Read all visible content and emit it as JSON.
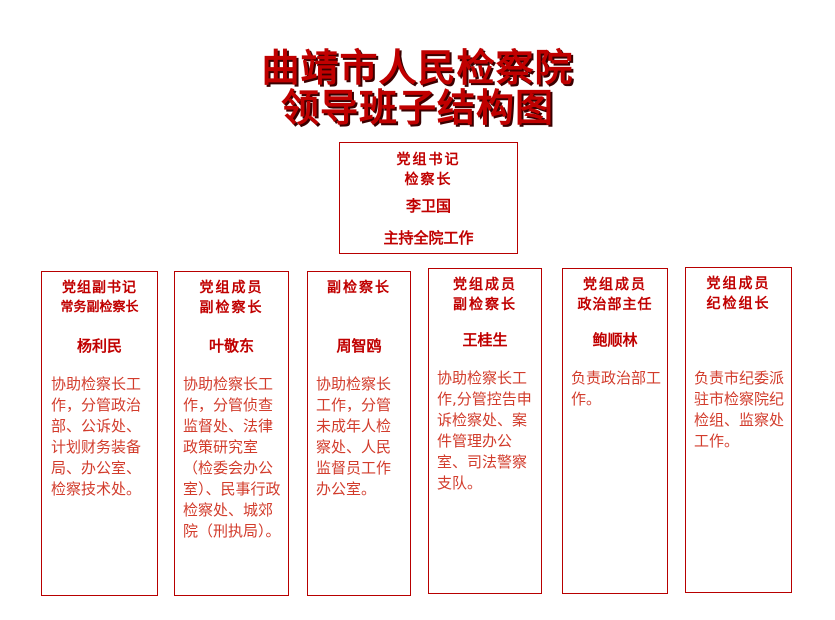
{
  "title": {
    "line1": "曲靖市人民检察院",
    "line2": "领导班子结构图"
  },
  "top": {
    "role1": "党组书记",
    "role2": "检察长",
    "name": "李卫国",
    "duty": "主持全院工作"
  },
  "members": [
    {
      "role1": "党组副书记",
      "role2": "常务副检察长",
      "name": "杨利民",
      "duty": "协助检察长工作，分管政治部、公诉处、计划财务装备局、办公室、检察技术处。"
    },
    {
      "role1": "党组成员",
      "role2": "副检察长",
      "name": "叶敬东",
      "duty": "协助检察长工作，分管侦查监督处、法律政策研究室（检委会办公室）、民事行政检察处、城郊院（刑执局）。"
    },
    {
      "role1": "副检察长",
      "role2": "",
      "name": "周智鸥",
      "duty": "协助检察长工作，分管未成年人检察处、人民监督员工作办公室。"
    },
    {
      "role1": "党组成员",
      "role2": "副检察长",
      "name": "王桂生",
      "duty": "协助检察长工作,分管控告申诉检察处、案件管理办公室、司法警察支队。"
    },
    {
      "role1": "党组成员",
      "role2": "政治部主任",
      "name": "鲍顺林",
      "duty": "负责政治部工作。"
    },
    {
      "role1": "党组成员",
      "role2": "纪检组长",
      "name": "",
      "duty": "负责市纪委派驻市检察院纪检组、监察处工作。"
    }
  ]
}
